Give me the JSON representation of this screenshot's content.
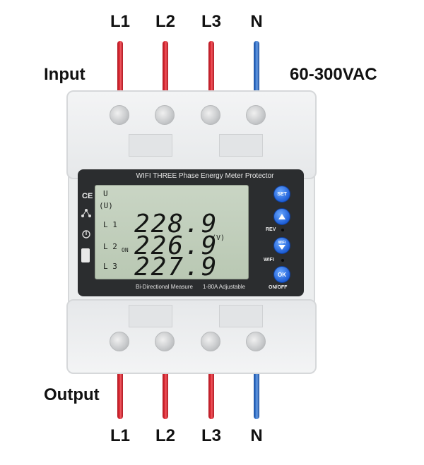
{
  "wires": {
    "top_labels": [
      "L1",
      "L2",
      "L3",
      "N"
    ],
    "bottom_labels": [
      "L1",
      "L2",
      "L3",
      "N"
    ]
  },
  "side": {
    "input": "Input",
    "voltage": "60-300VAC",
    "output": "Output"
  },
  "device": {
    "title": "WIFI THREE Phase Energy Meter Protector",
    "footer_left": "Bi-Directional Measure",
    "footer_right": "1-80A Adjustable",
    "ce": "CE",
    "lcd": {
      "u": "U",
      "u_unit": "(U)",
      "rows": [
        {
          "label": "L 1",
          "value": "228.9"
        },
        {
          "label": "L 2",
          "value": "226.9"
        },
        {
          "label": "L 3",
          "value": "227.9"
        }
      ],
      "on": "ON",
      "unit": "(V)"
    },
    "buttons": {
      "set": "SET",
      "rev": "REV",
      "wifi_btn": "WiFi",
      "wifi": "WIFI",
      "ok": "OK",
      "onoff": "ON/OFF"
    }
  },
  "colors": {
    "phase_wire": "#e3303a",
    "neutral_wire": "#3f7fd6",
    "button_blue": "#1f5fd6",
    "lcd_bg": "#c1cfbb"
  }
}
